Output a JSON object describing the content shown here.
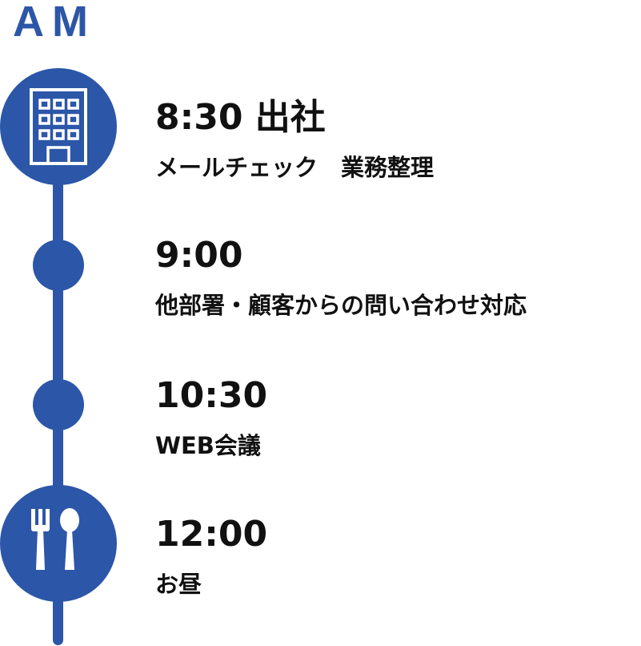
{
  "header": {
    "label": "AM"
  },
  "color": "#2c56a8",
  "items": [
    {
      "time": "8:30 出社",
      "desc": "メールチェック　業務整理",
      "icon": "building-icon"
    },
    {
      "time": "9:00",
      "desc": "他部署・顧客からの問い合わせ対応",
      "icon": "dot"
    },
    {
      "time": "10:30",
      "desc": "WEB会議",
      "icon": "dot"
    },
    {
      "time": "12:00",
      "desc": "お昼",
      "icon": "fork-spoon-icon"
    }
  ]
}
